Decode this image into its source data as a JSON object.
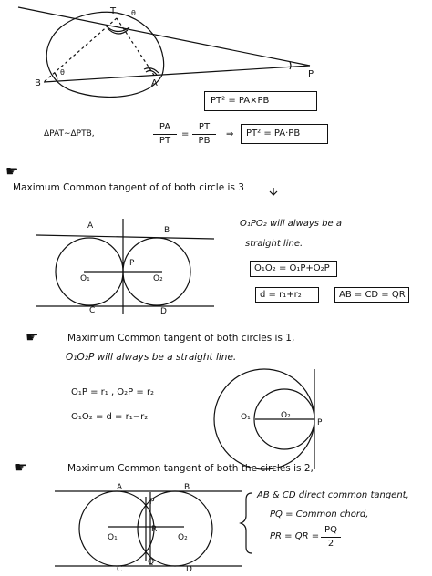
{
  "fig1": {
    "T": "T",
    "theta_top": "θ",
    "B": "B",
    "A": "A",
    "P": "P",
    "theta_b": "θ",
    "formula_box": "PT² = PA×PB",
    "similar": "ΔPAT∼ΔPTB,",
    "frac1": {
      "num": "PA",
      "den": "PT"
    },
    "equals": "=",
    "frac2": {
      "num": "PT",
      "den": "PB"
    },
    "implies": "⇒",
    "result_box": "PT² = PA·PB"
  },
  "case3": {
    "icon": "hand-pointer-icon",
    "text": "Maximum Common tangent of of both circle is 3",
    "arrow": "⤵",
    "A": "A",
    "B": "B",
    "P": "P",
    "O1": "O₁",
    "O2": "O₂",
    "C": "C",
    "D": "D",
    "line1": "O₁PO₂ will always be a",
    "line2": "straight line.",
    "box1": "O₁O₂ = O₁P+O₂P",
    "box2": "d = r₁+r₂",
    "box3": "AB = CD = QR"
  },
  "case1": {
    "icon": "hand-pointer-icon",
    "text": "Maximum Common tangent of both circles is 1,",
    "line2": "O₁O₂P will always be a straight line.",
    "eq1": "O₁P = r₁ ,  O₂P = r₂",
    "eq2": "O₁O₂ = d = r₁−r₂",
    "O1": "O₁",
    "O2": "O₂",
    "P": "P"
  },
  "case2": {
    "icon": "hand-pointer-icon",
    "text": "Maximum Common tangent of both the circles is 2,",
    "A": "A",
    "B": "B",
    "P": "P",
    "R": "R",
    "O1": "O₁",
    "O2": "O₂",
    "C": "C",
    "Q": "Q",
    "D": "D",
    "note1": "AB & CD direct common tangent,",
    "note2": "PQ = Common chord,",
    "note3_prefix": "PR = QR =",
    "note3_frac": {
      "num": "PQ",
      "den": "2"
    }
  }
}
